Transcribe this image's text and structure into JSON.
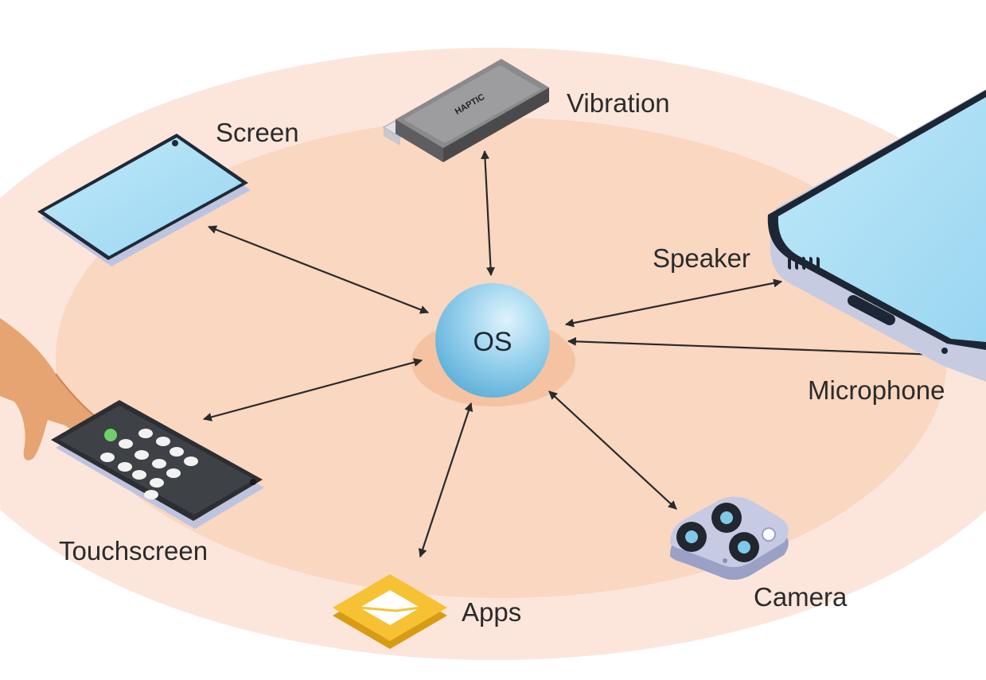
{
  "center": {
    "label": "OS"
  },
  "components": {
    "screen": {
      "label": "Screen"
    },
    "vibration": {
      "label": "Vibration",
      "device_text": "HAPTIC"
    },
    "speaker": {
      "label": "Speaker"
    },
    "microphone": {
      "label": "Microphone"
    },
    "camera": {
      "label": "Camera"
    },
    "apps": {
      "label": "Apps"
    },
    "touchscreen": {
      "label": "Touchscreen"
    }
  },
  "colors": {
    "outer_ring": "#fce6db",
    "inner_ring": "#f9d7c1",
    "os_glow": "#f6c3a2",
    "os_sphere": "#7cc3e6",
    "device_screen": "#a9def5",
    "device_body": "#c9cde3",
    "arrow": "#2a2a2a",
    "apps_icon": "#f6c132"
  }
}
